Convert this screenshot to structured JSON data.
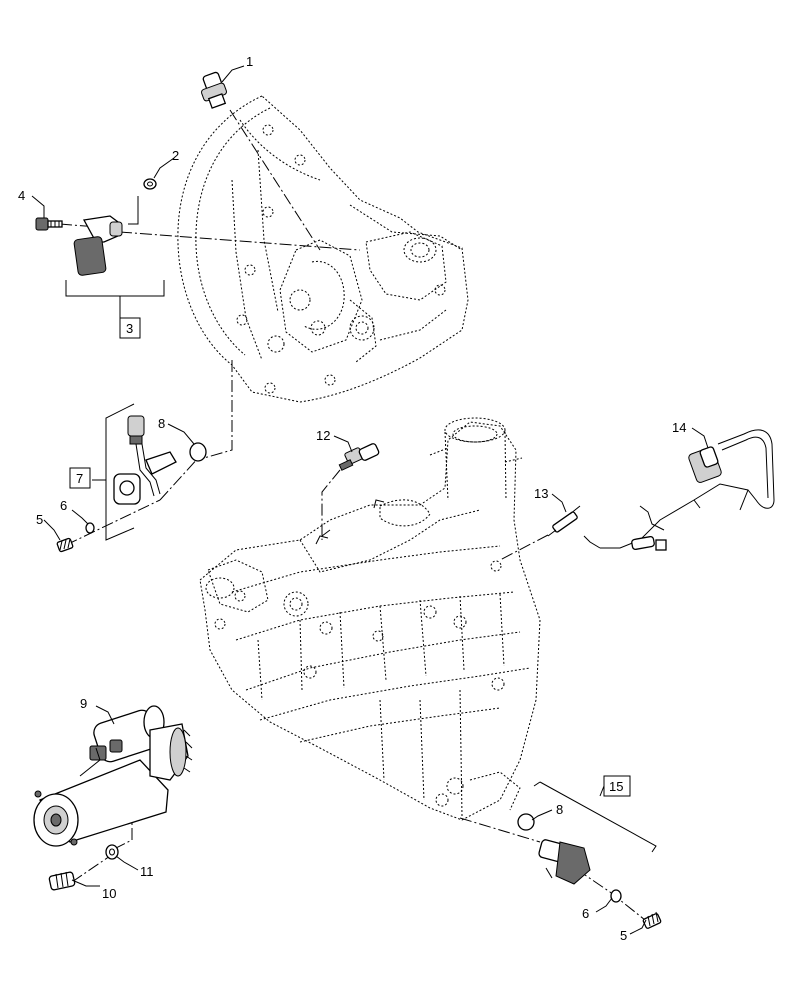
{
  "callouts": [
    {
      "id": "c1",
      "label": "1"
    },
    {
      "id": "c2",
      "label": "2"
    },
    {
      "id": "c3",
      "label": "3"
    },
    {
      "id": "c4",
      "label": "4"
    },
    {
      "id": "c5a",
      "label": "5"
    },
    {
      "id": "c6a",
      "label": "6"
    },
    {
      "id": "c7",
      "label": "7"
    },
    {
      "id": "c8a",
      "label": "8"
    },
    {
      "id": "c9",
      "label": "9"
    },
    {
      "id": "c10",
      "label": "10"
    },
    {
      "id": "c11",
      "label": "11"
    },
    {
      "id": "c12",
      "label": "12"
    },
    {
      "id": "c13",
      "label": "13"
    },
    {
      "id": "c14",
      "label": "14"
    },
    {
      "id": "c15",
      "label": "15"
    },
    {
      "id": "c8b",
      "label": "8"
    },
    {
      "id": "c6b",
      "label": "6"
    },
    {
      "id": "c5b",
      "label": "5"
    }
  ]
}
